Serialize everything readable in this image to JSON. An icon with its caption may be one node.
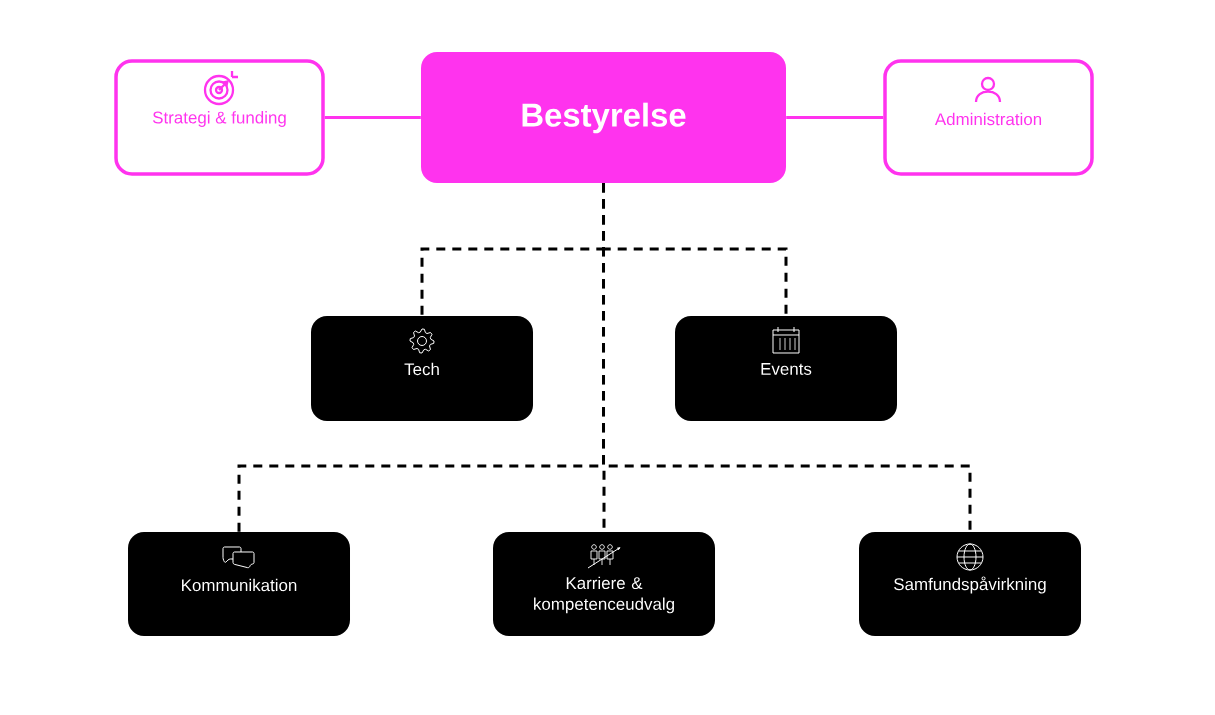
{
  "diagram": {
    "nodes": [
      {
        "text": [
          "Bestyrelse"
        ]
      },
      {
        "text": [
          "Strategi & funding"
        ]
      },
      {
        "text": [
          "Administration"
        ]
      },
      {
        "text": [
          "Tech"
        ]
      },
      {
        "text": [
          "Events"
        ]
      },
      {
        "text": [
          "Kommunikation"
        ]
      },
      {
        "text": [
          "Karriere & kompetenceudvalg"
        ]
      },
      {
        "text": [
          "Samfundspåvirkning"
        ]
      }
    ],
    "edges": [
      {
        "from": 1,
        "to": 0,
        "arrow": "none",
        "color": "#ff33ee"
      },
      {
        "from": 0,
        "to": 2,
        "arrow": "none",
        "color": "#ff33ee"
      },
      {
        "from": 0,
        "to": 3,
        "arrow": "none",
        "style": "dashed"
      },
      {
        "from": 0,
        "to": 4,
        "arrow": "none",
        "style": "dashed"
      },
      {
        "from": 0,
        "to": 5,
        "arrow": "none",
        "style": "dashed"
      },
      {
        "from": 0,
        "to": 6,
        "arrow": "none",
        "style": "dashed"
      },
      {
        "from": 0,
        "to": 7,
        "arrow": "none",
        "style": "dashed"
      }
    ]
  }
}
